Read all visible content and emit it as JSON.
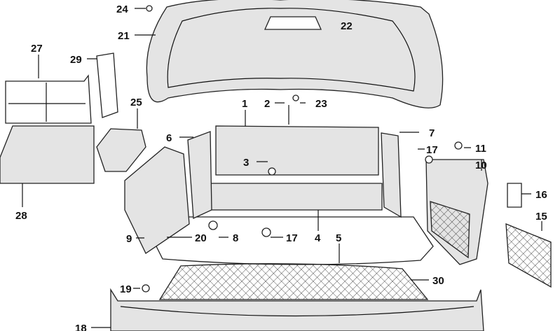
{
  "diagram": {
    "labels": [
      "24",
      "22",
      "21",
      "27",
      "29",
      "25",
      "1",
      "2",
      "23",
      "6",
      "7",
      "17",
      "11",
      "10",
      "3",
      "16",
      "15",
      "28",
      "9",
      "20",
      "8",
      "17",
      "4",
      "5",
      "30",
      "19",
      "18"
    ]
  }
}
